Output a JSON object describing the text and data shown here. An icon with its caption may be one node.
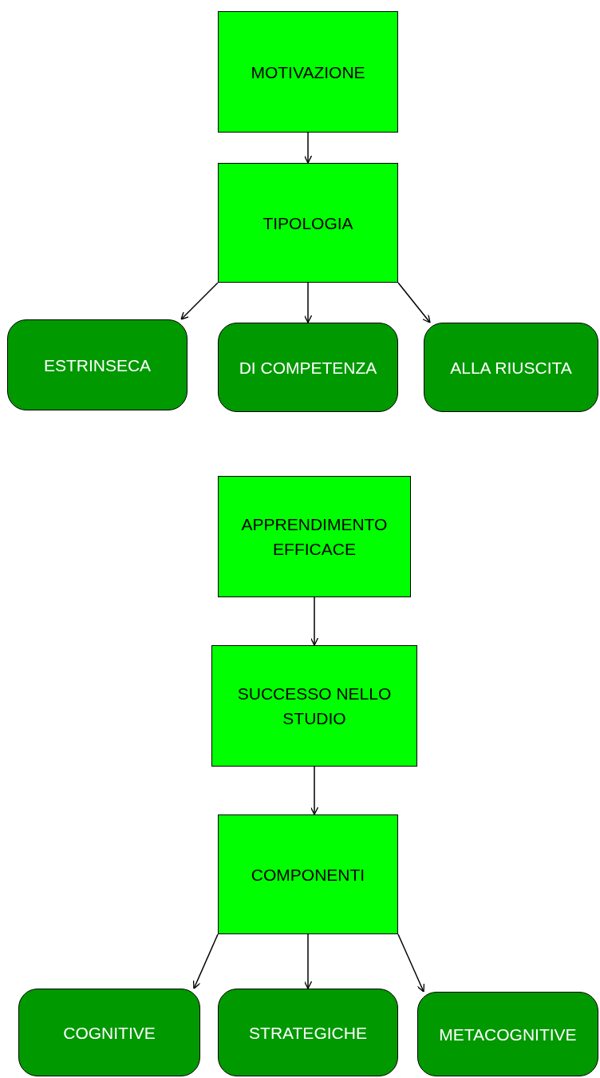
{
  "diagram": {
    "nodes": [
      {
        "text": [
          "MOTIVAZIONE"
        ]
      },
      {
        "text": [
          "TIPOLOGIA"
        ]
      },
      {
        "text": [
          "ESTRINSECA"
        ]
      },
      {
        "text": [
          "DI COMPETENZA"
        ]
      },
      {
        "text": [
          "ALLA RIUSCITA"
        ]
      },
      {
        "text": [
          "APPRENDIMENTO EFFICACE"
        ]
      },
      {
        "text": [
          "SUCCESSO NELLO STUDIO"
        ]
      },
      {
        "text": [
          "COMPONENTI"
        ]
      },
      {
        "text": [
          "COGNITIVE"
        ]
      },
      {
        "text": [
          "STRATEGICHE"
        ]
      },
      {
        "text": [
          "METACOGNITIVE"
        ]
      }
    ],
    "edges": [
      {
        "from": 0,
        "to": 1,
        "arrow": "to"
      },
      {
        "from": 1,
        "to": 2,
        "arrow": "to"
      },
      {
        "from": 1,
        "to": 3,
        "arrow": "to"
      },
      {
        "from": 1,
        "to": 4,
        "arrow": "to"
      },
      {
        "from": 5,
        "to": 6,
        "arrow": "to"
      },
      {
        "from": 6,
        "to": 7,
        "arrow": "to"
      },
      {
        "from": 7,
        "to": 8,
        "arrow": "to"
      },
      {
        "from": 7,
        "to": 9,
        "arrow": "to"
      },
      {
        "from": 7,
        "to": 10,
        "arrow": "to"
      }
    ]
  }
}
